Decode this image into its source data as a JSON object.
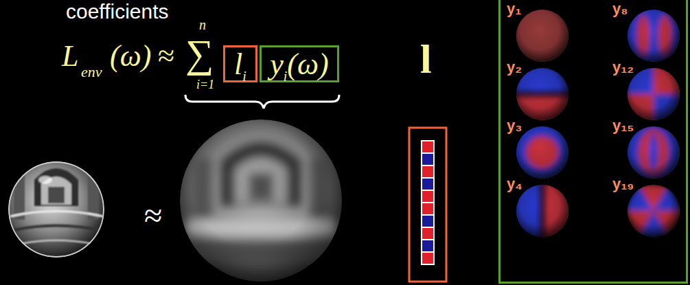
{
  "diagram": {
    "nodes": [
      {
        "text": [
          "l",
          "i"
        ]
      },
      {
        "text": [
          "y",
          "i",
          "(ω)"
        ]
      },
      {
        "text": [
          "y₁",
          "y₈",
          "y₂",
          "y₁₂",
          "y₃",
          "y₁₅",
          "y₄",
          "y₁₉"
        ]
      }
    ],
    "labels": [
      "coefficients",
      "L",
      "env",
      "(ω)",
      "≈",
      "∑",
      "n",
      "i=1",
      "≈",
      "l"
    ]
  }
}
